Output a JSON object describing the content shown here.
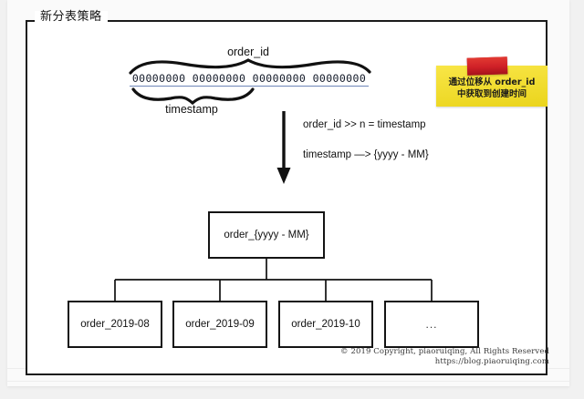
{
  "frame": {
    "title": "新分表策略"
  },
  "bitfield": {
    "order_id_label": "order_id",
    "timestamp_label": "timestamp",
    "bits": "00000000 00000000 00000000 00000000",
    "bit_groups": [
      "00000000",
      "00000000",
      "00000000",
      "00000000"
    ],
    "underline_color": "#6e86b8"
  },
  "sticky_note": {
    "line1": "通过位移从 order_id",
    "line2": "中获取到创建时间",
    "note_color": "#f7e01e",
    "tape_color": "#cf2027"
  },
  "formulas": {
    "shift": "order_id >> n = timestamp",
    "format": "timestamp —>  {yyyy - MM}"
  },
  "tree": {
    "root_label": "order_{yyyy - MM}",
    "leaves": [
      {
        "label": "order_2019-08"
      },
      {
        "label": "order_2019-09"
      },
      {
        "label": "order_2019-10"
      },
      {
        "label": "..."
      }
    ]
  },
  "footer": {
    "copyright": "© 2019 Copyright, piaoruiqing, All Rights Reserved",
    "url": "https://blog.piaoruiqing.com"
  },
  "colors": {
    "ink": "#141414",
    "paper": "#ffffff",
    "page_background": "#f1f1f1"
  }
}
